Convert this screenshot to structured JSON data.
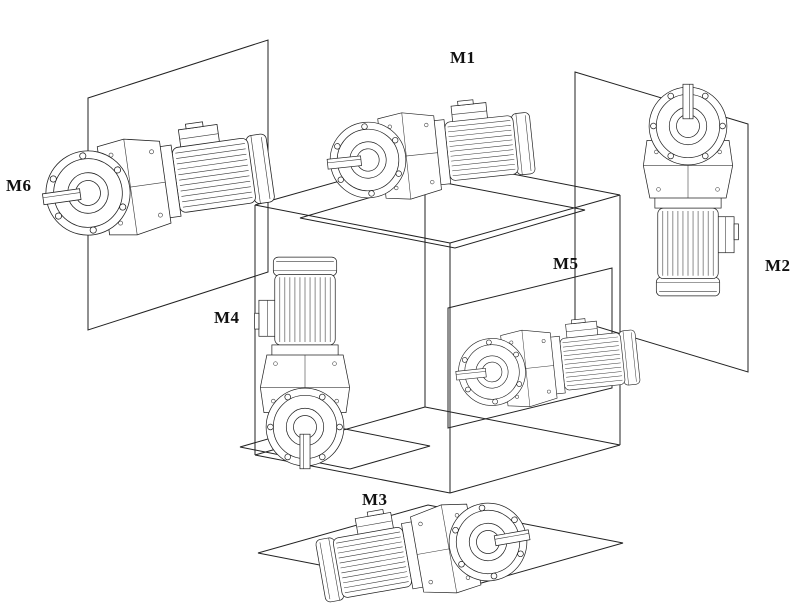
{
  "colors": {
    "ink": "#222222",
    "background": "#ffffff"
  },
  "diagram": {
    "positions": [
      {
        "id": "m1",
        "label": "M1"
      },
      {
        "id": "m2",
        "label": "M2"
      },
      {
        "id": "m3",
        "label": "M3"
      },
      {
        "id": "m4",
        "label": "M4"
      },
      {
        "id": "m5",
        "label": "M5"
      },
      {
        "id": "m6",
        "label": "M6"
      }
    ]
  }
}
